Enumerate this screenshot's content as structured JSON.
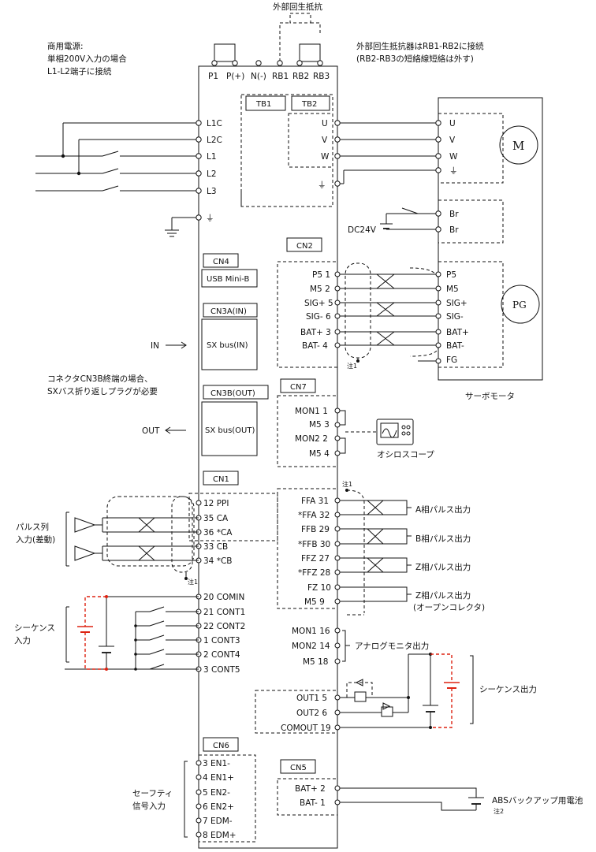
{
  "top": {
    "ext_resistor": "外部回生抵抗",
    "ext_note_1": "外部回生抵抗器はRB1-RB2に接続",
    "ext_note_2": "(RB2-RB3の短絡線短絡は外す)",
    "power_note_1": "商用電源:",
    "power_note_2": "単相200V入力の場合",
    "power_note_3": "L1-L2端子に接続",
    "top_terms": [
      "P1",
      "P(+)",
      "N(-)",
      "RB1",
      "RB2",
      "RB3"
    ]
  },
  "power": {
    "tb1": "TB1",
    "tb2": "TB2",
    "left_terms": [
      "L1C",
      "L2C",
      "L1",
      "L2",
      "L3"
    ],
    "uvw": [
      "U",
      "V",
      "W"
    ]
  },
  "motor": {
    "terms": [
      "U",
      "V",
      "W"
    ],
    "m": "M",
    "brake": [
      "Br",
      "Br"
    ],
    "dc24": "DC24V",
    "pg": "PG",
    "enc_terms": [
      "P5",
      "M5",
      "SIG+",
      "SIG-",
      "BAT+",
      "BAT-",
      "FG"
    ],
    "caption": "サーボモータ"
  },
  "cn2": {
    "title": "CN2",
    "pins": [
      "P5 1",
      "M5 2",
      "SIG+ 5",
      "SIG- 6",
      "BAT+ 3",
      "BAT- 4"
    ],
    "note": "注1"
  },
  "cn4": {
    "title": "CN4",
    "label": "USB Mini-B"
  },
  "cn3a": {
    "title": "CN3A(IN)",
    "label": "SX bus(IN)",
    "arrow_label": "IN"
  },
  "cn3b": {
    "title": "CN3B(OUT)",
    "label": "SX bus(OUT)",
    "arrow_label": "OUT",
    "note_1": "コネクタCN3B終端の場合、",
    "note_2": "SXバス折り返しプラグが必要"
  },
  "cn7": {
    "title": "CN7",
    "pins": [
      "MON1 1",
      "M5 3",
      "MON2 2",
      "M5 4"
    ],
    "scope": "オシロスコープ"
  },
  "cn1": {
    "title": "CN1",
    "left_pins": [
      "12 PPI",
      "35 CA",
      "36 *CA",
      "33 CB",
      "34 *CB",
      "20 COMIN",
      "21 CONT1",
      "22 CONT2",
      "1 CONT3",
      "2 CONT4",
      "3 CONT5"
    ],
    "pulse_label_1": "パルス列",
    "pulse_label_2": "入力(差動)",
    "seq_in_1": "シーケンス",
    "seq_in_2": "入力",
    "note": "注1",
    "right_pins": [
      "FFA 31",
      "*FFA 32",
      "FFB 29",
      "*FFB 30",
      "FFZ 27",
      "*FFZ 28",
      "FZ 10",
      "M5 9"
    ],
    "note_r": "注1",
    "out_a": "A相パルス出力",
    "out_b": "B相パルス出力",
    "out_z": "Z相パルス出力",
    "out_z_oc_1": "Z相パルス出力",
    "out_z_oc_2": "(オープンコレクタ)",
    "mon_pins": [
      "MON1 16",
      "MON2 14",
      "M5 18"
    ],
    "analog": "アナログモニタ出力",
    "out_pins": [
      "OUT1 5",
      "OUT2 6",
      "COMOUT 19"
    ],
    "seq_out": "シーケンス出力"
  },
  "cn6": {
    "title": "CN6",
    "pins": [
      "3 EN1-",
      "4 EN1+",
      "5 EN2-",
      "6 EN2+",
      "7 EDM-",
      "8 EDM+"
    ],
    "label_1": "セーフティ",
    "label_2": "信号入力"
  },
  "cn5": {
    "title": "CN5",
    "pins": [
      "BAT+ 2",
      "BAT- 1"
    ],
    "battery": "ABSバックアップ用電池",
    "note": "注2"
  }
}
